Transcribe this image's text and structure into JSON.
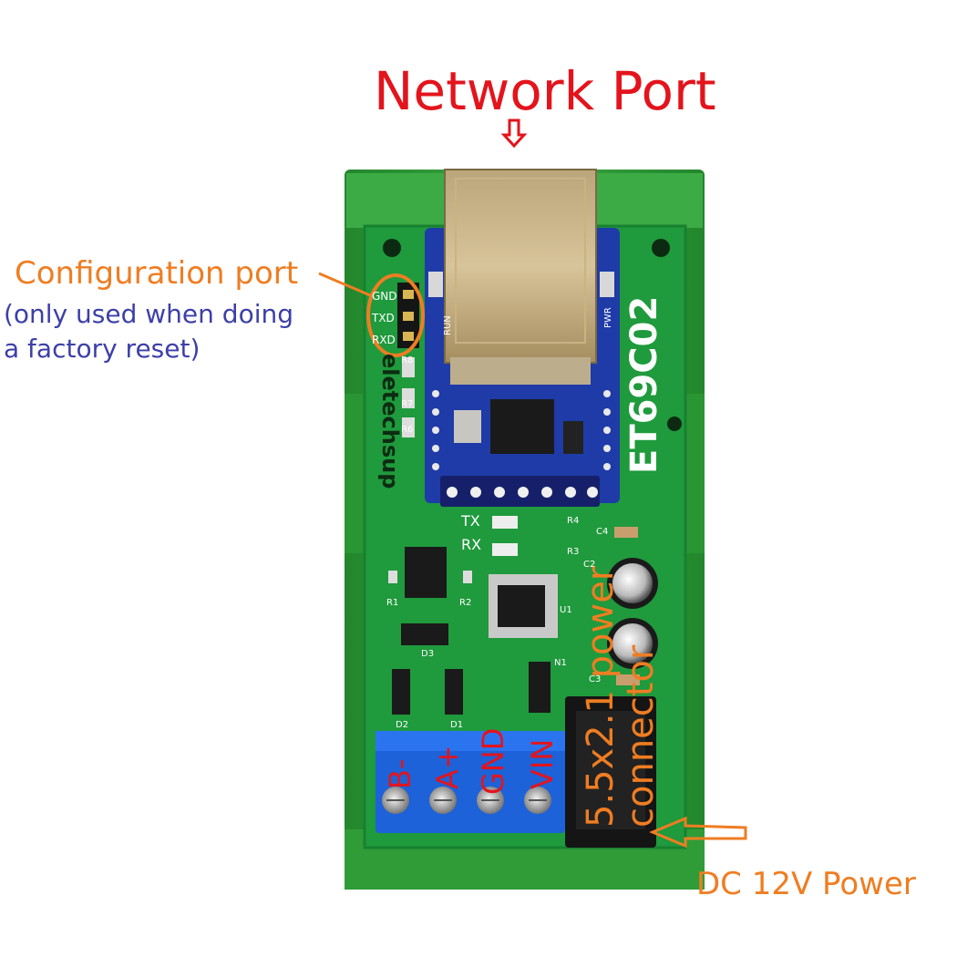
{
  "annotations": {
    "network_port": "Network Port",
    "configuration_port": "Configuration port",
    "config_note_line1": "(only used when doing",
    "config_note_line2": "a factory reset)",
    "power_connector_line1": "5.5x2.1 power",
    "power_connector_line2": "connector",
    "dc_power": "DC 12V Power",
    "terminal_labels": [
      "B-",
      "A+",
      "GND",
      "VIN"
    ]
  },
  "board": {
    "model": "ET69C02",
    "brand": "eletechsup",
    "config_pins": [
      "GND",
      "TXD",
      "RXD"
    ],
    "module_leds": [
      "RUN",
      "PWR"
    ],
    "status_leds": [
      "TX",
      "RX"
    ],
    "silk_labels": [
      "R8",
      "R7",
      "R6",
      "R1",
      "R2",
      "R3",
      "R4",
      "C4",
      "C2",
      "C3",
      "U1",
      "D1",
      "D2",
      "D3",
      "N1"
    ]
  },
  "colors": {
    "pcb_green": "#1f9a3c",
    "enclosure_green": "#2f9a36",
    "module_blue": "#1f3ba8",
    "terminal_blue": "#1d62d8",
    "label_red": "#e3141c",
    "label_orange": "#ef7d22",
    "label_blue": "#3d3fa8"
  }
}
